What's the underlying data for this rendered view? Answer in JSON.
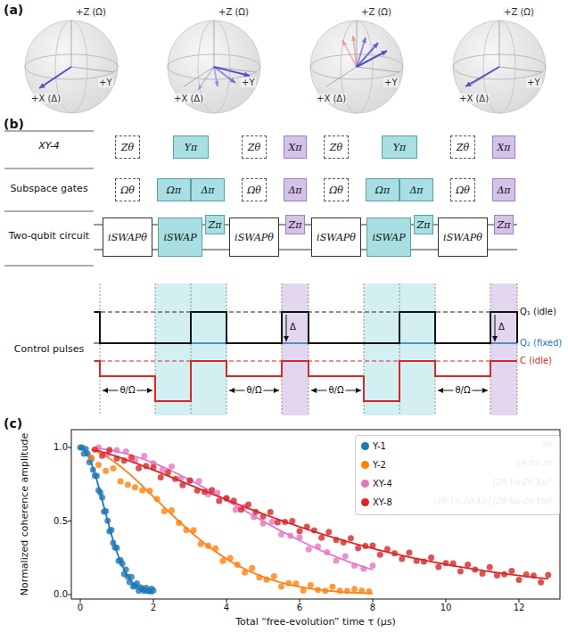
{
  "diagram": {
    "nodes": [
      {
        "text": [
          "Zθ"
        ]
      },
      {
        "text": [
          "Yπ"
        ]
      },
      {
        "text": [
          "Zθ"
        ]
      },
      {
        "text": [
          "Xπ"
        ]
      },
      {
        "text": [
          "Zθ"
        ]
      },
      {
        "text": [
          "Yπ"
        ]
      },
      {
        "text": [
          "Zθ"
        ]
      },
      {
        "text": [
          "Xπ"
        ]
      },
      {
        "text": [
          "Ωθ"
        ]
      },
      {
        "text": [
          "Ωπ"
        ]
      },
      {
        "text": [
          "Δπ"
        ]
      },
      {
        "text": [
          "Ωθ"
        ]
      },
      {
        "text": [
          "Δπ"
        ]
      },
      {
        "text": [
          "Ωθ"
        ]
      },
      {
        "text": [
          "Ωπ"
        ]
      },
      {
        "text": [
          "Δπ"
        ]
      },
      {
        "text": [
          "Ωθ"
        ]
      },
      {
        "text": [
          "Δπ"
        ]
      },
      {
        "text": [
          "iSWAPθ"
        ]
      },
      {
        "text": [
          "iSWAP"
        ]
      },
      {
        "text": [
          "Zπ"
        ]
      },
      {
        "text": [
          "iSWAPθ"
        ]
      },
      {
        "text": [
          "Zπ"
        ]
      },
      {
        "text": [
          "iSWAPθ"
        ]
      },
      {
        "text": [
          "iSWAP"
        ]
      },
      {
        "text": [
          "Zπ"
        ]
      },
      {
        "text": [
          "iSWAPθ"
        ]
      },
      {
        "text": [
          "Zπ"
        ]
      }
    ],
    "labels": [
      "(a)",
      "+Z (Ω)",
      "+X (Δ)",
      "+Y",
      "+Z (Ω)",
      "+X (Δ)",
      "+Y",
      "+Z (Ω)",
      "+X (Δ)",
      "+Y",
      "+Z (Ω)",
      "+X (Δ)",
      "+Y",
      "(b)",
      "XY-4",
      "Subspace gates",
      "Two-qubit circuit",
      "Control pulses",
      "θ/Ω",
      "θ/Ω",
      "θ/Ω",
      "θ/Ω",
      "Δ",
      "Δ",
      "Q₁ (idle)",
      "Q₂ (fixed)",
      "C (idle)",
      "(c)",
      "0.0",
      "0.5",
      "1.0",
      "0",
      "2",
      "4",
      "6",
      "8",
      "10",
      "12",
      "Normalized coherence amplitude",
      "Total “free-evolution” time τ (μs)",
      "Zθ",
      "Zθ-Yπ-Zθ",
      "[Zθ-Yπ-Zθ-Xπ]²",
      "[Zθ-Yπ-Zθ-Xπ]-[Zθ-Xπ-Zθ-Yπ]²"
    ],
    "legend": [
      {
        "text": "Y-1",
        "color": "#1f77b4"
      },
      {
        "text": "Y-2",
        "color": "#ff7f0e"
      },
      {
        "text": "XY-4",
        "color": "#e377c2"
      },
      {
        "text": "XY-8",
        "color": "#d62728"
      }
    ]
  }
}
